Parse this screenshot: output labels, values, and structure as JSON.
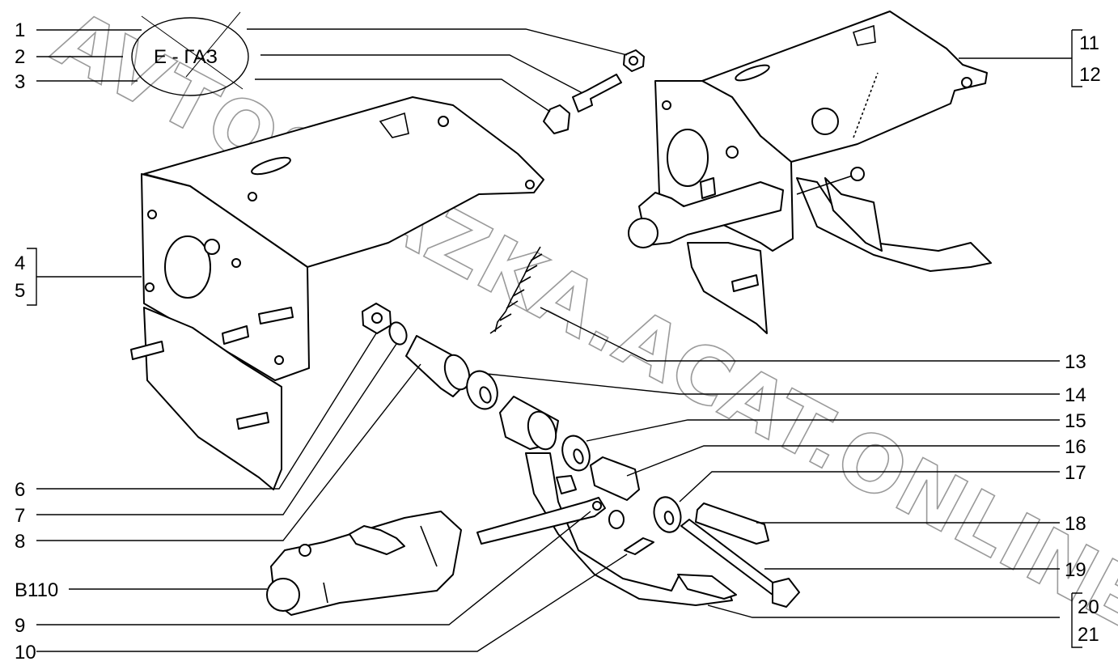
{
  "watermark": "AVTOSKAZKA.ACAT.ONLINE",
  "variant_note": "Е - ГАЗ",
  "labels": {
    "l1": "1",
    "l2": "2",
    "l3": "3",
    "l4": "4",
    "l5": "5",
    "l6": "6",
    "l7": "7",
    "l8": "8",
    "l9": "9",
    "l10": "10",
    "l11": "11",
    "l12": "12",
    "l13": "13",
    "l14": "14",
    "l15": "15",
    "l16": "16",
    "l17": "17",
    "l18": "18",
    "l19": "19",
    "l20": "20",
    "l21": "21",
    "lB110": "B110"
  }
}
